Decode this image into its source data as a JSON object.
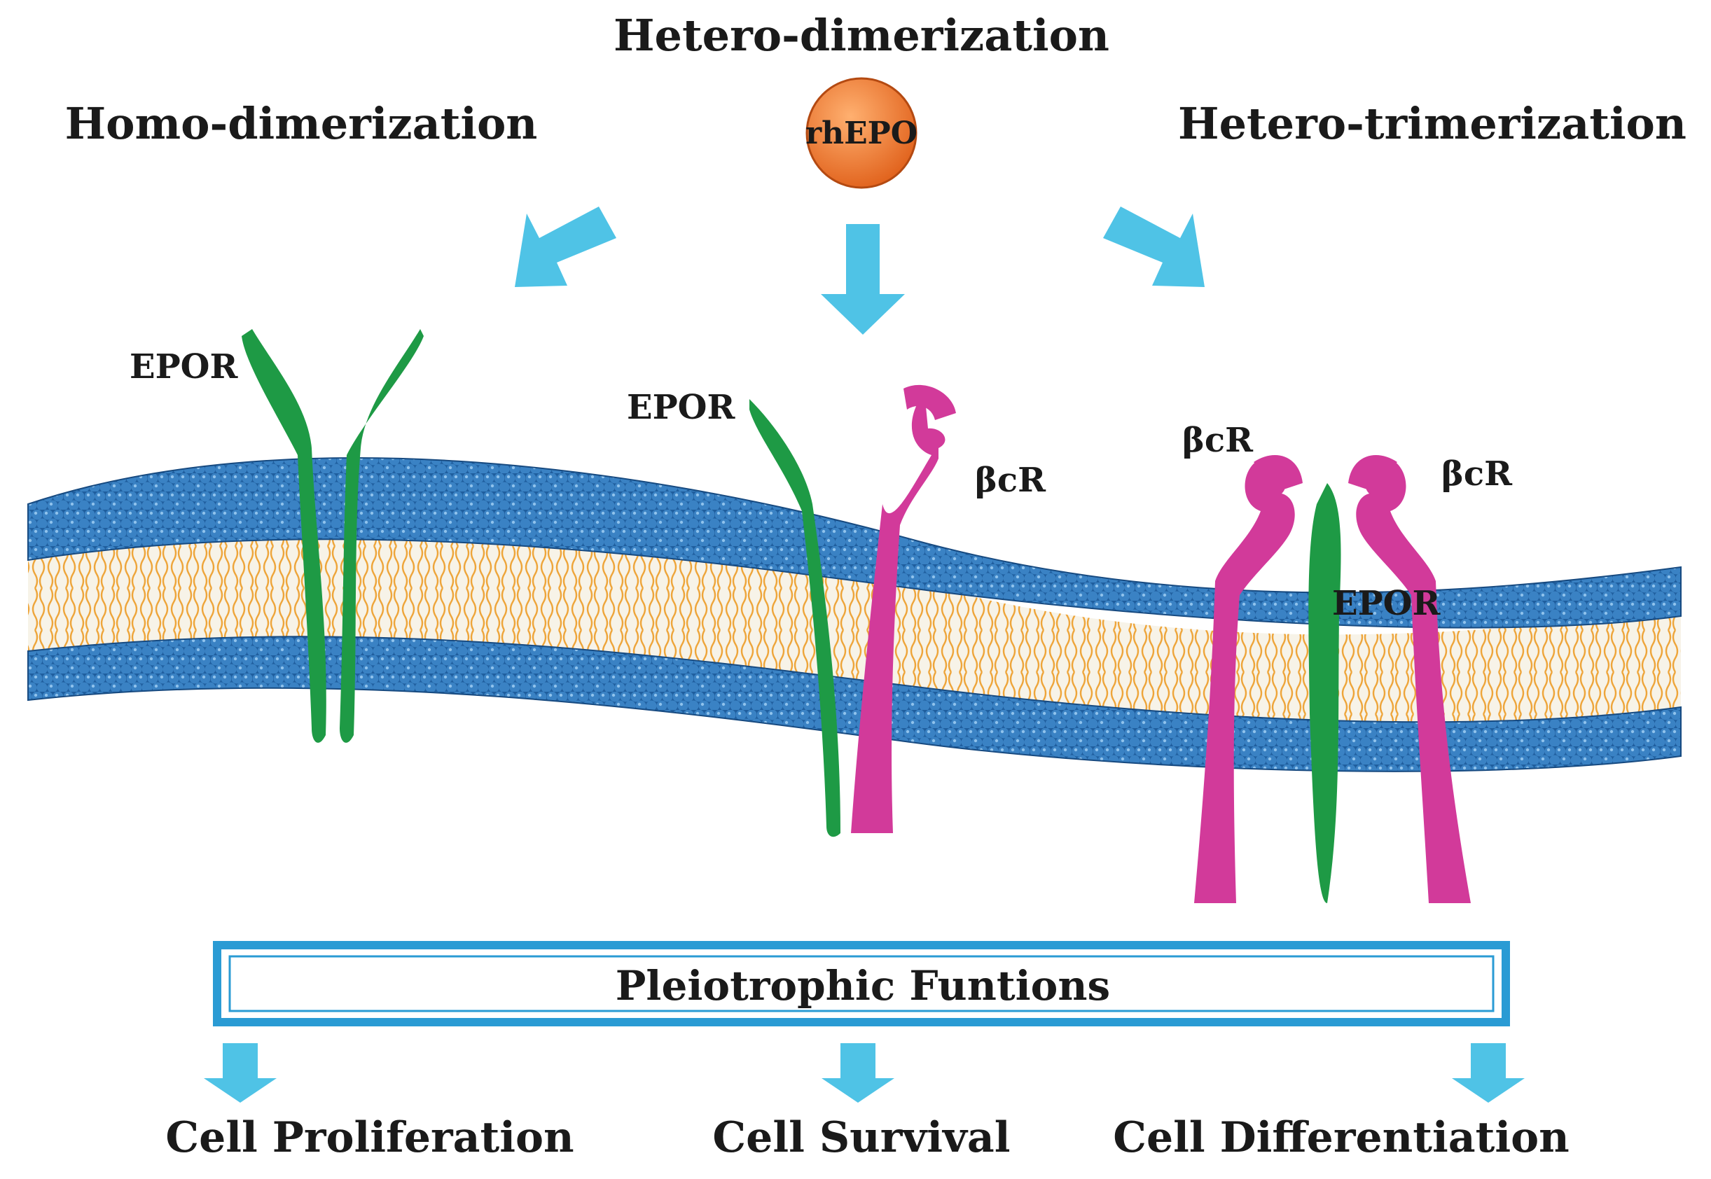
{
  "titles": {
    "homo": "Homo-dimerization",
    "hetero_di": "Hetero-dimerization",
    "hetero_tri": "Hetero-trimerization"
  },
  "ligand": {
    "label": "rhEPO",
    "color": "#f07a2a"
  },
  "receptors": {
    "epor_left": "EPOR",
    "epor_mid": "EPOR",
    "bcr_mid": "βcR",
    "bcr_right_a": "βcR",
    "bcr_right_b": "βcR",
    "epor_right": "EPOR"
  },
  "functions_box": {
    "label": "Pleiotrophic Funtions"
  },
  "outcomes": [
    "Cell Proliferation",
    "Cell Survival",
    "Cell Differentiation"
  ],
  "colors": {
    "arrow": "#4fc3e6",
    "box_border": "#2a9bd4",
    "epor": "#1e9a45",
    "bcr": "#d23a9a",
    "membrane_head": "#2f74b5",
    "lipid_tail": "#f0a030"
  }
}
